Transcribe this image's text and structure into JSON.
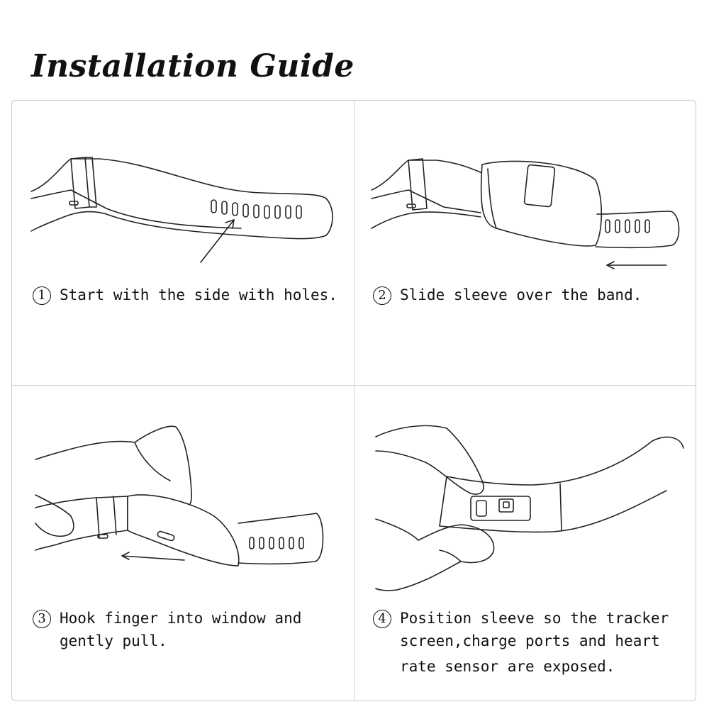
{
  "title": "Installation Guide",
  "steps": [
    {
      "number": "1",
      "lines": [
        "Start with the side with holes."
      ]
    },
    {
      "number": "2",
      "lines": [
        "Slide sleeve over the band."
      ]
    },
    {
      "number": "3",
      "lines": [
        "Hook finger into window and",
        "gently pull."
      ]
    },
    {
      "number": "4",
      "lines": [
        "Position sleeve so the tracker",
        "screen,charge ports and heart",
        "rate sensor are exposed."
      ]
    }
  ],
  "icons": [
    "band-holes-illustration",
    "sleeve-slide-illustration",
    "finger-hook-illustration",
    "sleeve-position-illustration"
  ]
}
